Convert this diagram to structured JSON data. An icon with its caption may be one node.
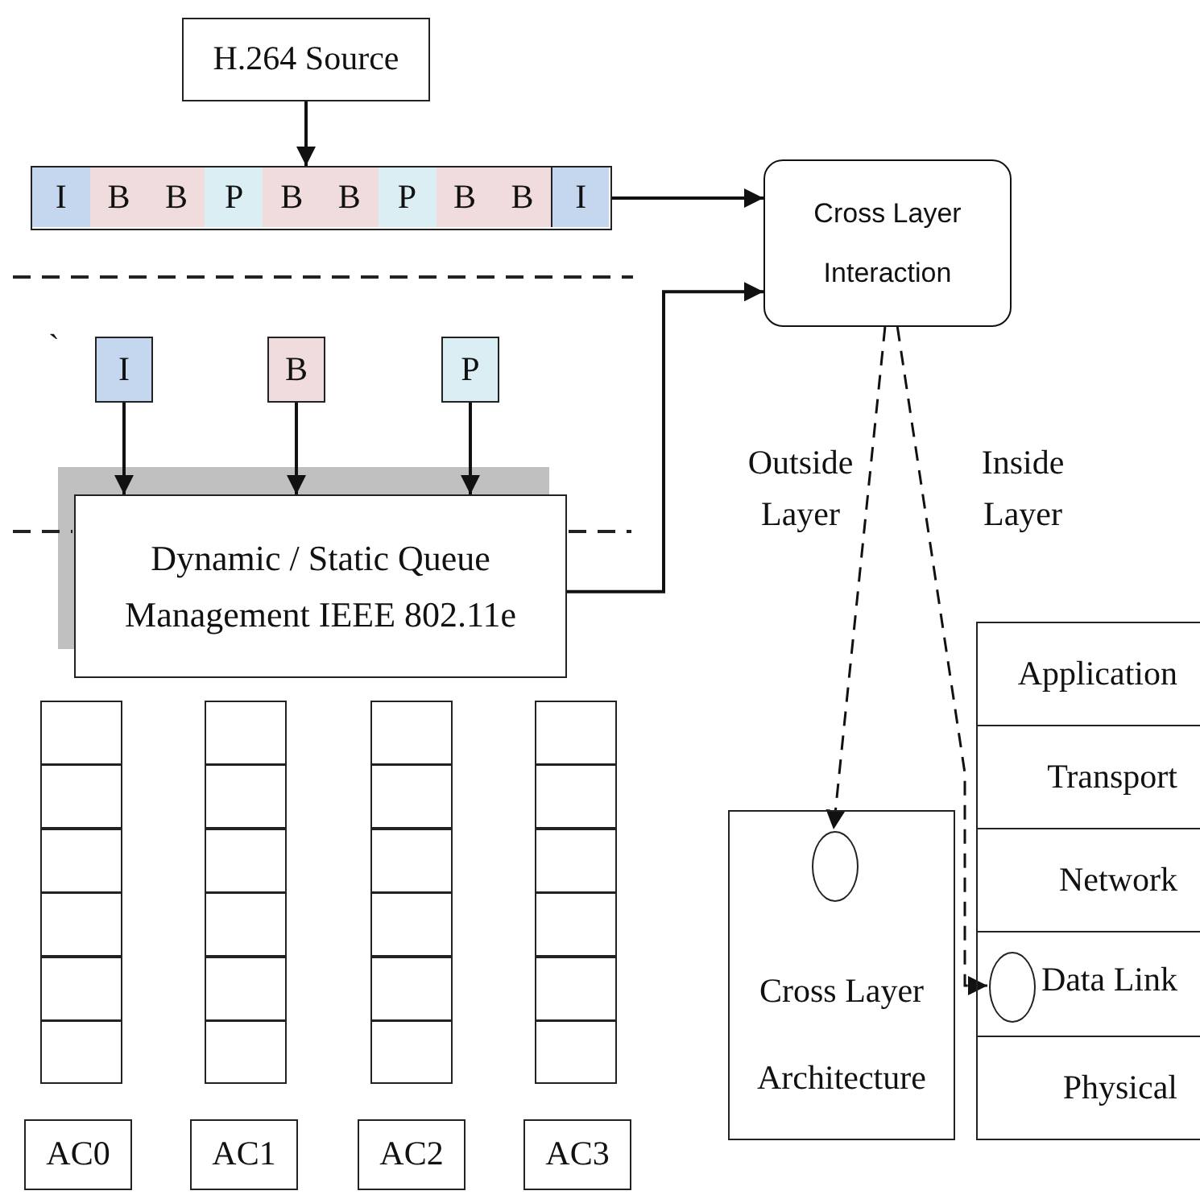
{
  "diagram": {
    "nodes": [
      {
        "text": [
          "H.264 Source"
        ]
      },
      {
        "text": [],
        "shape": "bar"
      },
      {
        "text": [
          "I"
        ],
        "in": 1
      },
      {
        "text": [
          "B"
        ],
        "in": 1
      },
      {
        "text": [
          "B"
        ],
        "in": 1
      },
      {
        "text": [
          "P"
        ],
        "in": 1
      },
      {
        "text": [
          "B"
        ],
        "in": 1
      },
      {
        "text": [
          "B"
        ],
        "in": 1
      },
      {
        "text": [
          "P"
        ],
        "in": 1
      },
      {
        "text": [
          "B"
        ],
        "in": 1
      },
      {
        "text": [
          "B"
        ],
        "in": 1
      },
      {
        "text": [
          "I"
        ],
        "in": 1
      },
      {
        "text": [
          "Cross Layer Interaction"
        ]
      },
      {
        "text": [
          "I"
        ]
      },
      {
        "text": [
          "B"
        ]
      },
      {
        "text": [
          "P"
        ]
      },
      {
        "text": [
          "Dynamic / Static Queue Management IEEE 802.11e"
        ]
      },
      {
        "text": [],
        "shape": "box"
      },
      {
        "text": [],
        "shape": "box"
      },
      {
        "text": [],
        "shape": "box"
      },
      {
        "text": [],
        "shape": "box"
      },
      {
        "text": [
          "AC0"
        ]
      },
      {
        "text": [
          "AC1"
        ]
      },
      {
        "text": [
          "AC2"
        ]
      },
      {
        "text": [
          "AC3"
        ]
      },
      {
        "text": [
          "Cross Layer Architecture"
        ]
      },
      {
        "text": [],
        "shape": "circle",
        "in": 25
      },
      {
        "text": [
          "Application"
        ]
      },
      {
        "text": [
          "Transport"
        ]
      },
      {
        "text": [
          "Network"
        ]
      },
      {
        "text": [
          "Data Link"
        ]
      },
      {
        "text": [],
        "shape": "circle",
        "in": 30
      },
      {
        "text": [
          "Physical"
        ]
      }
    ],
    "edges": [
      {
        "from": 0,
        "to": 1,
        "arrow": "to"
      },
      {
        "from": 1,
        "to": 12,
        "arrow": "to"
      },
      {
        "from": 13,
        "to": 16,
        "arrow": "to"
      },
      {
        "from": 14,
        "to": 16,
        "arrow": "to"
      },
      {
        "from": 15,
        "to": 16,
        "arrow": "to"
      },
      {
        "from": 16,
        "to": 12,
        "arrow": "to"
      },
      {
        "from": 12,
        "to": 26,
        "arrow": "to",
        "style": "dashed",
        "label": "Outside Layer"
      },
      {
        "from": 12,
        "to": 31,
        "arrow": "to",
        "style": "dashed",
        "label": "Inside Layer"
      }
    ],
    "labels": [
      "`"
    ]
  }
}
